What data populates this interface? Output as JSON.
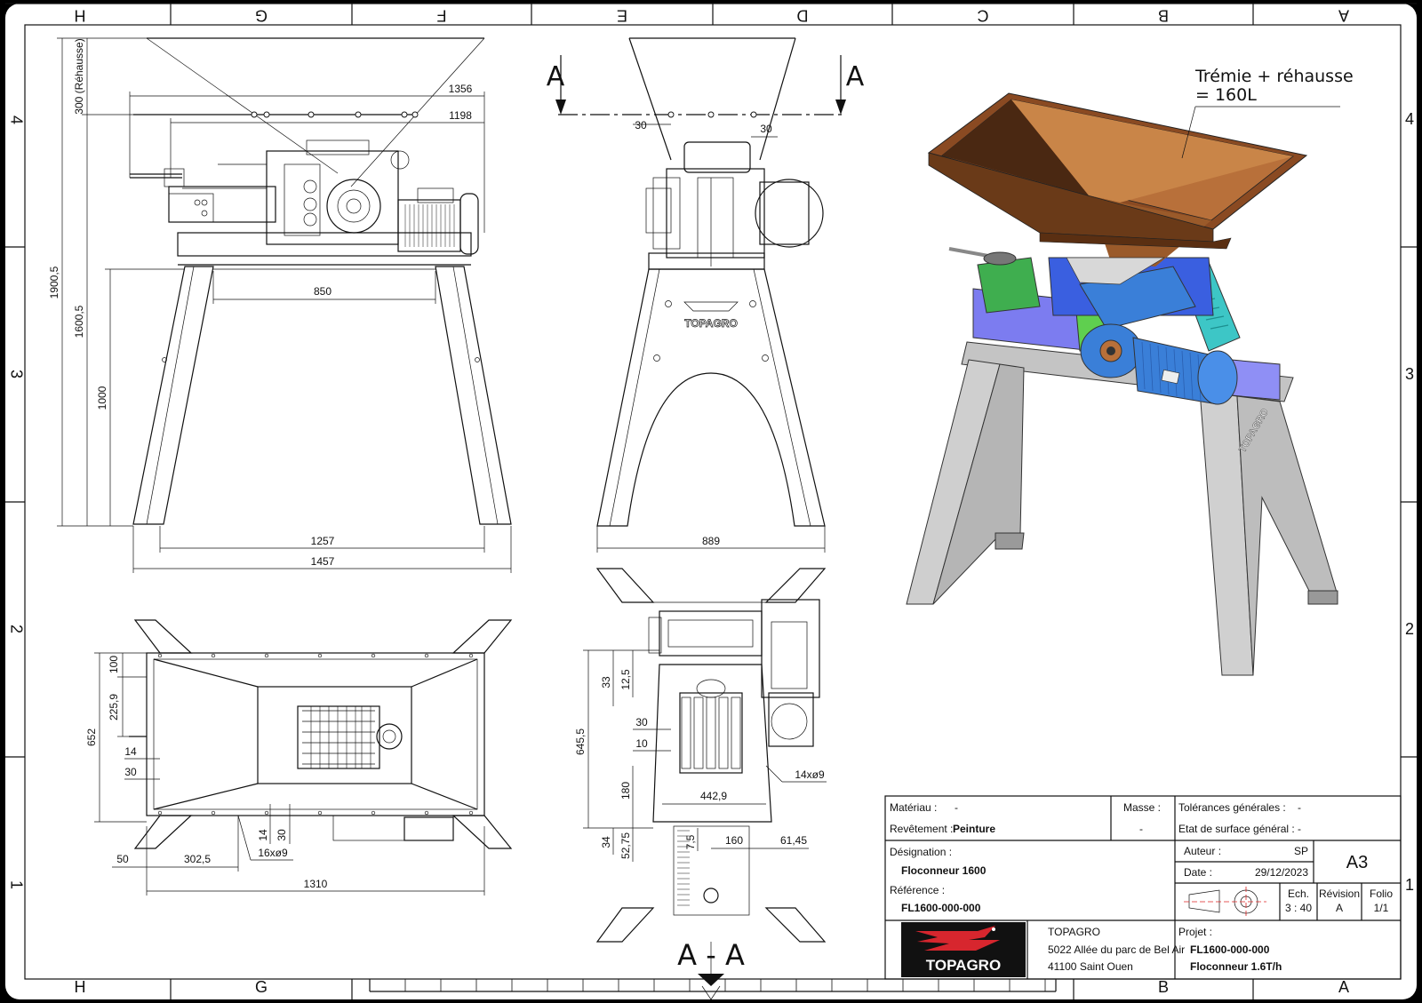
{
  "zones": {
    "columns_top": [
      "H",
      "G",
      "F",
      "E",
      "D",
      "C",
      "B",
      "A"
    ],
    "columns_bottom": [
      "H",
      "G",
      "B",
      "A"
    ],
    "rows": [
      "4",
      "3",
      "2",
      "1"
    ]
  },
  "front_view": {
    "dims": [
      "300 (Réhausse)",
      "1356",
      "1198",
      "1900,5",
      "1600,5",
      "1000",
      "850",
      "1257",
      "1457"
    ]
  },
  "side_view": {
    "section_marks": [
      "A",
      "A"
    ],
    "dims": [
      "30",
      "30",
      "889"
    ],
    "brand_engraving": "TOPAGRO"
  },
  "top_view": {
    "dims": [
      "100",
      "225,9",
      "652",
      "14",
      "30",
      "14",
      "30",
      "16xø9",
      "50",
      "302,5",
      "1310"
    ]
  },
  "section_view": {
    "title": "A - A",
    "dims": [
      "33",
      "12,5",
      "645,5",
      "30",
      "10",
      "180",
      "442,9",
      "14xø9",
      "34",
      "52,75",
      "7,5",
      "160",
      "61,45"
    ]
  },
  "iso_view": {
    "note_line1": "Trémie + réhausse",
    "note_line2": "= 160L"
  },
  "title_block": {
    "materiau_label": "Matériau :",
    "materiau_value": "-",
    "masse_label": "Masse :",
    "masse_value": "-",
    "revetement_label": "Revêtement :",
    "revetement_value": "Peinture",
    "tolerances_label": "Tolérances générales :",
    "tolerances_value": "-",
    "etat_label": "Etat de surface général :",
    "etat_value": "-",
    "designation_label": "Désignation :",
    "designation_value": "Floconneur 1600",
    "reference_label": "Référence :",
    "reference_value": "FL1600-000-000",
    "auteur_label": "Auteur :",
    "auteur_value": "SP",
    "date_label": "Date :",
    "date_value": "29/12/2023",
    "format": "A3",
    "ech_label": "Ech.",
    "ech_value": "3 : 40",
    "revision_label": "Révision",
    "revision_value": "A",
    "folio_label": "Folio",
    "folio_value": "1/1",
    "company_name": "TOPAGRO",
    "address_line1": "5022 Allée du parc de Bel Air",
    "address_line2": "41100 Saint Ouen",
    "logo_text": "TOPAGRO",
    "projet_label": "Projet :",
    "projet_code": "FL1600-000-000",
    "projet_name": "Floconneur 1.6T/h"
  },
  "colors": {
    "hopper": "#b8703a",
    "motor": "#3a7fd8",
    "frame_purple": "#7c7cf0",
    "frame_green": "#3fae4f",
    "guard_cyan": "#3dc6c6",
    "stand": "#c8c8c8",
    "logo_red": "#d7262e"
  }
}
